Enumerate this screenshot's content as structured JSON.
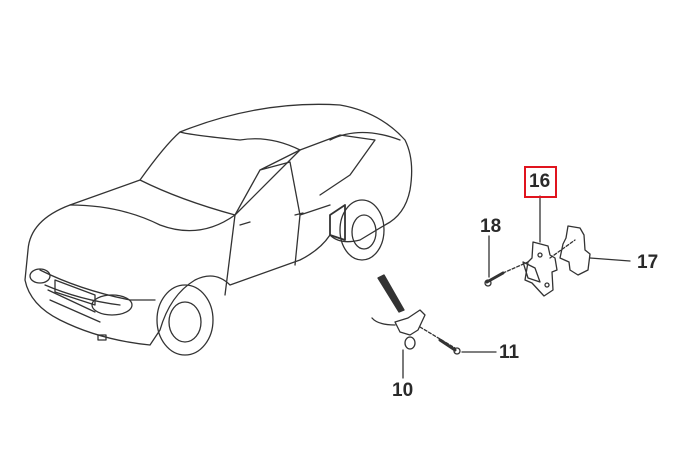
{
  "callouts": {
    "p10": "10",
    "p11": "11",
    "p16": "16",
    "p17": "17",
    "p18": "18"
  },
  "highlighted_part": "16",
  "colors": {
    "highlight": "#e0141e",
    "line": "#333333"
  }
}
